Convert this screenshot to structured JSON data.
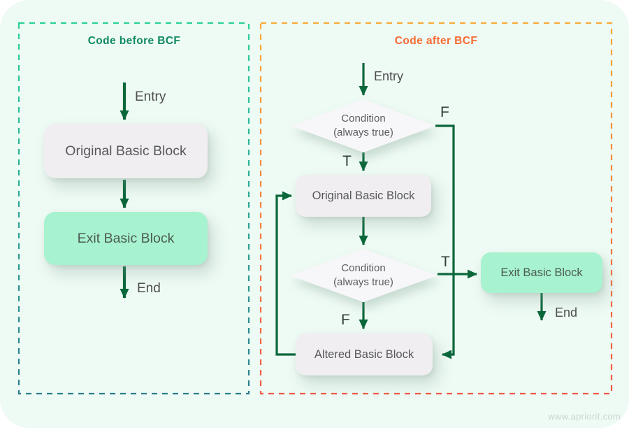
{
  "watermark": "www.apriorit.com",
  "colors": {
    "canvas_bg": "#eefaf4",
    "left_border_top": "#2bd09c",
    "left_border_bottom": "#2b7e8d",
    "right_border_top": "#f7ab3a",
    "right_border_bottom": "#ee5a46",
    "left_title": "#0f8a63",
    "right_title": "#f8692f",
    "arrow": "#0a673a",
    "block_gray": "#f0eef0",
    "block_green": "#a7f2cf",
    "diamond_fill": "#f7f6f8"
  },
  "left_panel": {
    "title": "Code before BCF",
    "entry_label": "Entry",
    "end_label": "End",
    "original_block": "Original Basic Block",
    "exit_block": "Exit Basic Block"
  },
  "right_panel": {
    "title": "Code after BCF",
    "entry_label": "Entry",
    "end_label": "End",
    "condition1_line1": "Condition",
    "condition1_line2": "(always true)",
    "condition2_line1": "Condition",
    "condition2_line2": "(always true)",
    "original_block": "Original Basic Block",
    "altered_block": "Altered Basic Block",
    "exit_block": "Exit Basic Block",
    "true_label": "T",
    "false_label": "F"
  }
}
